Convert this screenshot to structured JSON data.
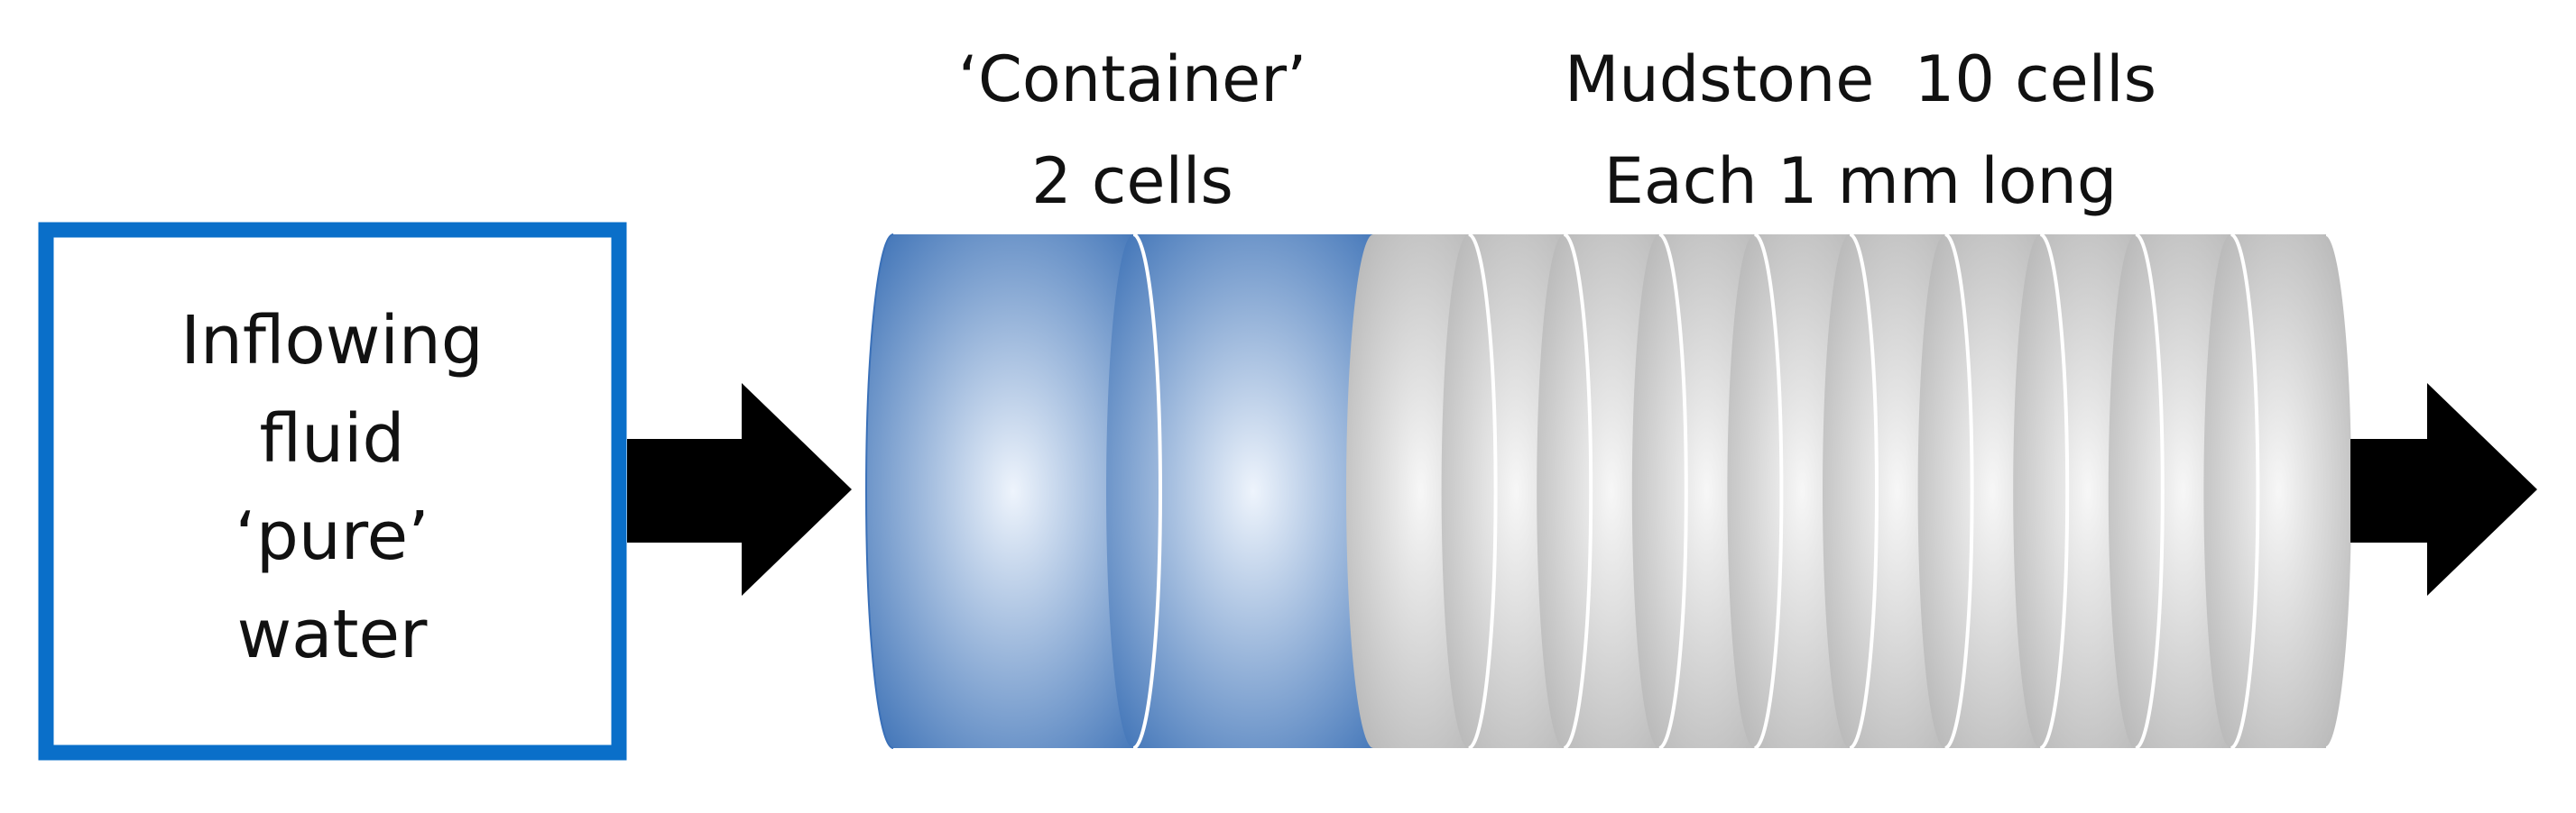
{
  "inflow_box": {
    "lines": [
      "Inflowing",
      "fluid",
      "‘pure’",
      "water"
    ]
  },
  "container_label": {
    "line1": "‘Container’",
    "line2": "2 cells"
  },
  "mudstone_label": {
    "line1": "Mudstone  10 cells",
    "line2": "Each 1 mm long"
  },
  "colors": {
    "box_border": "#0A6FC9",
    "container_dark": "#2D66B0",
    "container_light": "#EEF4FC",
    "mudstone_dark": "#ACACAC",
    "mudstone_light": "#F7F7F7",
    "arrow": "#000000"
  },
  "cells": {
    "container_count": 2,
    "mudstone_count": 10
  }
}
